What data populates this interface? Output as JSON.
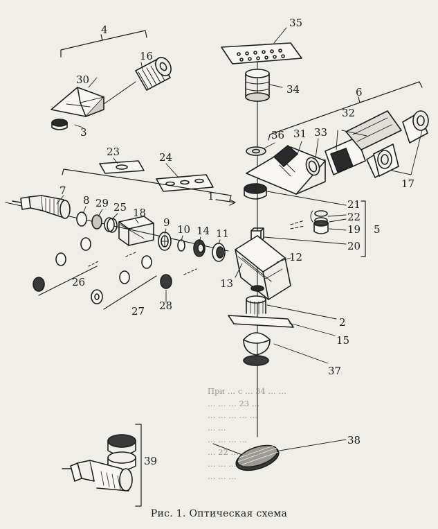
{
  "figure": {
    "caption": "Рис. 1. Оптическая схема",
    "labels": [
      "1",
      "2",
      "3",
      "4",
      "5",
      "6",
      "7",
      "8",
      "9",
      "10",
      "11",
      "12",
      "13",
      "14",
      "15",
      "16",
      "17",
      "18",
      "19",
      "20",
      "21",
      "22",
      "23",
      "24",
      "25",
      "26",
      "27",
      "28",
      "29",
      "30",
      "31",
      "32",
      "33",
      "34",
      "35",
      "36",
      "37",
      "38",
      "39"
    ]
  },
  "text": {
    "lines": [
      "При … с … 34 … …",
      "… … … 23 …",
      "… … … … …",
      "… …",
      "… … … …",
      "… 22 … … …",
      "… … … …",
      "… … …"
    ]
  },
  "colors": {
    "ink": "#1c1c1c",
    "paper": "#efeee9"
  }
}
